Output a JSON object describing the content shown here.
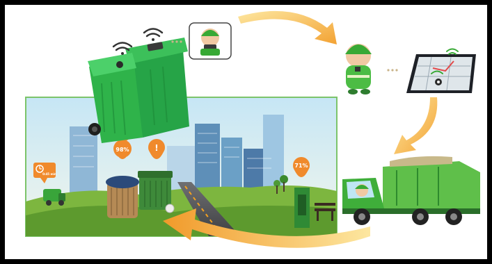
{
  "markers": {
    "bin_fill_left": "98%",
    "alert": "!",
    "bin_fill_right": "71%",
    "timer": "0:45 min"
  },
  "colors": {
    "bin_green": "#2fb34a",
    "truck_green": "#38a935",
    "arrow_orange": "#f3a233",
    "marker_orange": "#f08a2c",
    "sky": "#cfe8f3",
    "grass": "#6aa839"
  },
  "icons": [
    "wifi-icon",
    "wifi-icon",
    "worker-avatar",
    "map-pin-icon",
    "clock-icon"
  ]
}
